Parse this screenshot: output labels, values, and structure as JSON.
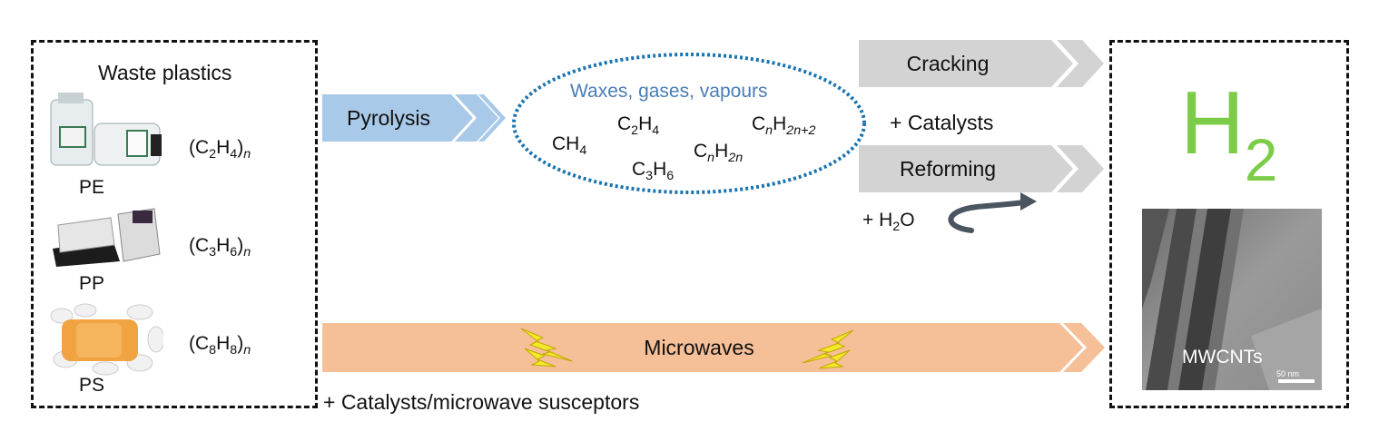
{
  "plastics": {
    "title": "Waste plastics",
    "items": [
      {
        "label": "PE",
        "monomer": "C",
        "sub1": "2",
        "h": "H",
        "sub2": "4",
        "n": "n"
      },
      {
        "label": "PP",
        "monomer": "C",
        "sub1": "3",
        "h": "H",
        "sub2": "6",
        "n": "n"
      },
      {
        "label": "PS",
        "monomer": "C",
        "sub1": "8",
        "h": "H",
        "sub2": "8",
        "n": "n"
      }
    ]
  },
  "process": {
    "pyrolysis": "Pyrolysis",
    "microwaves": "Microwaves",
    "susceptors": "+ Catalysts/microwave susceptors",
    "cracking": "Cracking",
    "reforming": "Reforming",
    "catalysts": "+ Catalysts",
    "water_prefix": "+ H",
    "water_sub": "2",
    "water_suffix": "O"
  },
  "products": {
    "title": "Waxes, gases, vapours",
    "ch4": {
      "a": "CH",
      "s": "4"
    },
    "c2h4": {
      "a": "C",
      "s1": "2",
      "b": "H",
      "s2": "4"
    },
    "c3h6": {
      "a": "C",
      "s1": "3",
      "b": "H",
      "s2": "6"
    },
    "cnh2n": {
      "a": "C",
      "s1": "n",
      "b": "H",
      "s2": "2n"
    },
    "cnh2n2": {
      "a": "C",
      "s1": "n",
      "b": "H",
      "s2": "2n+2"
    }
  },
  "output": {
    "h2_main": "H",
    "h2_sub": "2",
    "mwcnt": "MWCNTs",
    "scale": "50 nm"
  },
  "colors": {
    "pyrolysis": "#a9c9e8",
    "microwave": "#f5bf97",
    "gray": "#d3d3d3",
    "h2": "#7ccc4a",
    "oval": "#1a74b0",
    "oval_title": "#4a7db5",
    "curve": "#4a5560"
  }
}
